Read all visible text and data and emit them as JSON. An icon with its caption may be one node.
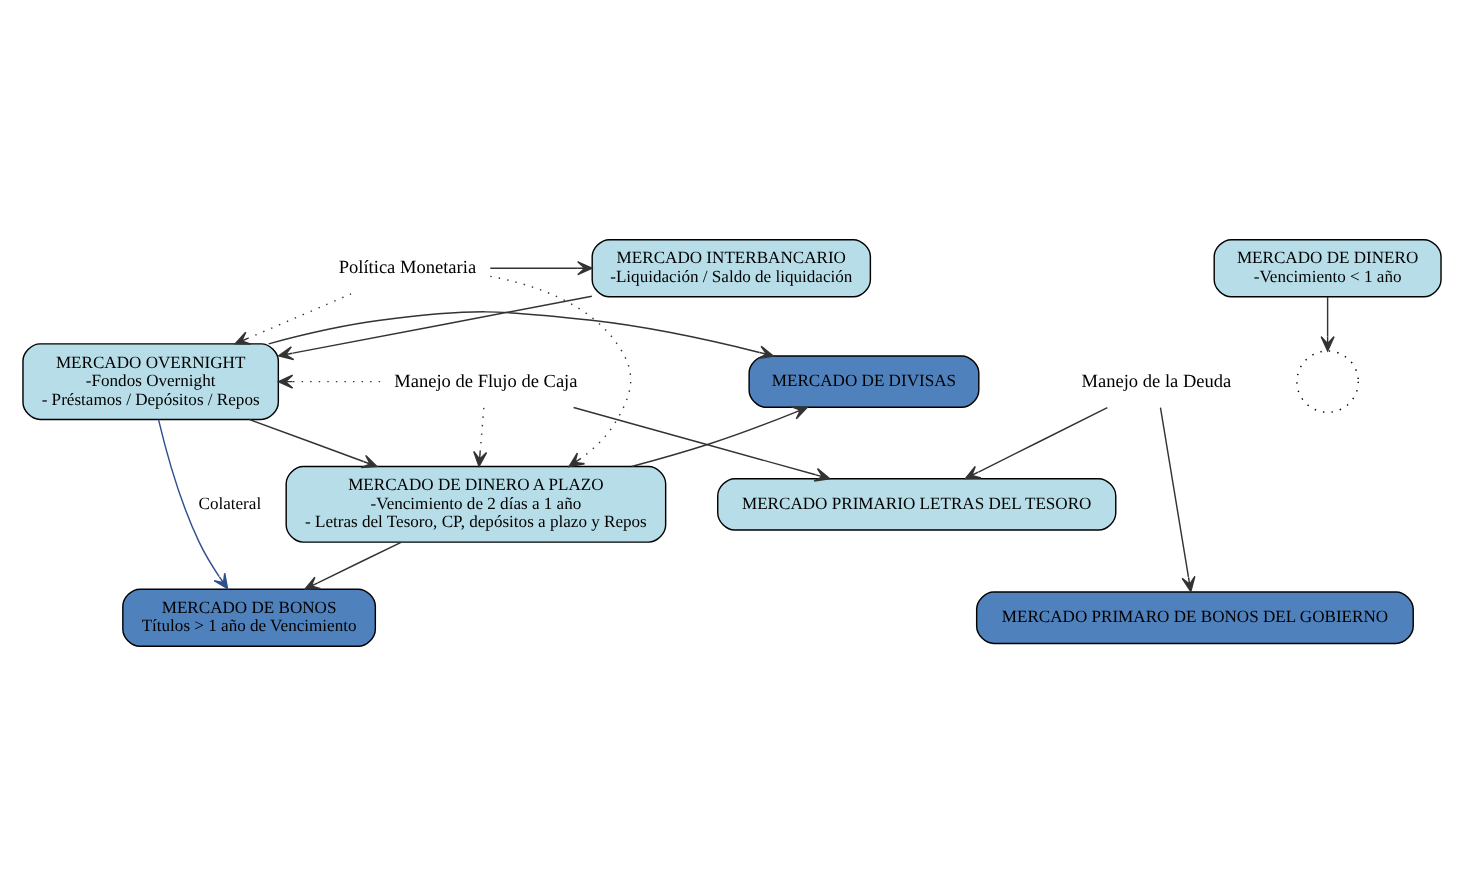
{
  "diagram": {
    "nodes": [
      {
        "text": [
          "Política Monetaria"
        ]
      },
      {
        "text": [
          "Manejo de Flujo de Caja"
        ]
      },
      {
        "text": [
          "Manejo de la Deuda"
        ]
      },
      {
        "text": [],
        "shape": "circle"
      },
      {
        "text": [
          "MERCADO INTERBANCARIO",
          "-Liquidación / Saldo de liquidación"
        ]
      },
      {
        "text": [
          "MERCADO DE DINERO",
          "-Vencimiento < 1 año"
        ]
      },
      {
        "text": [
          "MERCADO OVERNIGHT",
          "-Fondos Overnight",
          "- Préstamos / Depósitos / Repos"
        ]
      },
      {
        "text": [
          "MERCADO DE DIVISAS"
        ]
      },
      {
        "text": [
          "MERCADO PRIMARIO LETRAS DEL TESORO"
        ]
      },
      {
        "text": [
          "MERCADO DE DINERO A PLAZO",
          "-Vencimiento de 2 días a 1 año",
          "- Letras del Tesoro, CP, depósitos a plazo y Repos"
        ]
      },
      {
        "text": [
          "MERCADO DE BONOS",
          "Títulos > 1 año de Vencimiento"
        ]
      },
      {
        "text": [
          "MERCADO PRIMARO DE BONOS DEL GOBIERNO"
        ]
      }
    ],
    "edges": [
      {
        "from": 0,
        "to": 4,
        "arrow": "to"
      },
      {
        "from": 0,
        "to": 6,
        "arrow": "to",
        "style": "dashed"
      },
      {
        "from": 0,
        "to": 9,
        "arrow": "to",
        "style": "dashed"
      },
      {
        "from": 1,
        "to": 6,
        "arrow": "to",
        "style": "dashed"
      },
      {
        "from": 1,
        "to": 9,
        "arrow": "to",
        "style": "dashed"
      },
      {
        "from": 1,
        "to": 8,
        "arrow": "to"
      },
      {
        "from": 5,
        "to": 3,
        "arrow": "to"
      },
      {
        "from": 4,
        "to": 6,
        "arrow": "to"
      },
      {
        "from": 6,
        "to": 9,
        "arrow": "to"
      },
      {
        "from": 6,
        "to": 7,
        "arrow": "to"
      },
      {
        "from": 9,
        "to": 7,
        "arrow": "to"
      },
      {
        "from": 9,
        "to": 10,
        "arrow": "to"
      },
      {
        "from": 6,
        "to": 10,
        "arrow": "to",
        "label": "Colateral",
        "color": "#2f4f8f"
      },
      {
        "from": 2,
        "to": 8,
        "arrow": "to"
      },
      {
        "from": 2,
        "to": 11,
        "arrow": "to"
      }
    ]
  }
}
